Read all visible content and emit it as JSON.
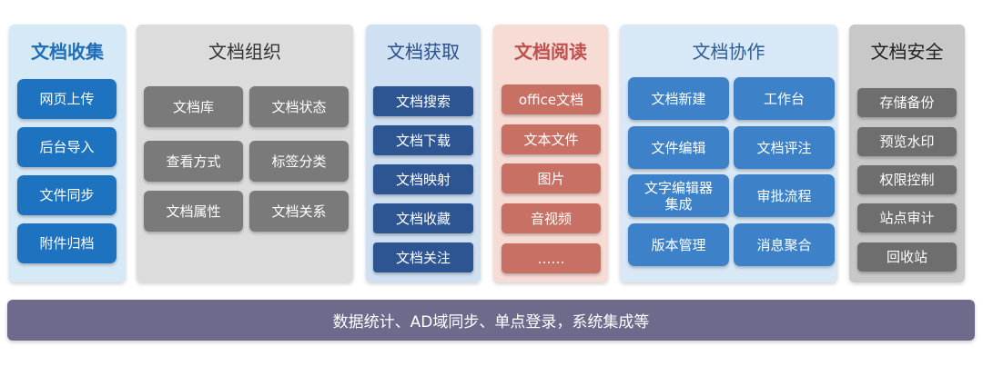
{
  "columns": {
    "collect": {
      "title": "文档收集",
      "items": [
        "网页上传",
        "后台导入",
        "文件同步",
        "附件归档"
      ]
    },
    "organize": {
      "title": "文档组织",
      "items": [
        "文档库",
        "文档状态",
        "查看方式",
        "标签分类",
        "文档属性",
        "文档关系"
      ]
    },
    "acquire": {
      "title": "文档获取",
      "items": [
        "文档搜索",
        "文档下载",
        "文档映射",
        "文档收藏",
        "文档关注"
      ]
    },
    "read": {
      "title": "文档阅读",
      "items": [
        "office文档",
        "文本文件",
        "图片",
        "音视频",
        "……"
      ]
    },
    "collaborate": {
      "title": "文档协作",
      "items": [
        "文档新建",
        "工作台",
        "文件编辑",
        "文档评注",
        "文字编辑器\n集成",
        "审批流程",
        "版本管理",
        "消息聚合"
      ]
    },
    "security": {
      "title": "文档安全",
      "items": [
        "存储备份",
        "预览水印",
        "权限控制",
        "站点审计",
        "回收站"
      ]
    }
  },
  "bottom_bar": {
    "label": "数据统计、AD域同步、单点登录，系统集成等"
  },
  "colors": {
    "collect_accent": "#1e73c1",
    "organize_accent": "#7a7a7a",
    "acquire_accent": "#2d5592",
    "read_accent": "#c87064",
    "collaborate_accent": "#3d82c8",
    "security_accent": "#6e6e6e",
    "bottom_bar": "#6e6a8c"
  }
}
